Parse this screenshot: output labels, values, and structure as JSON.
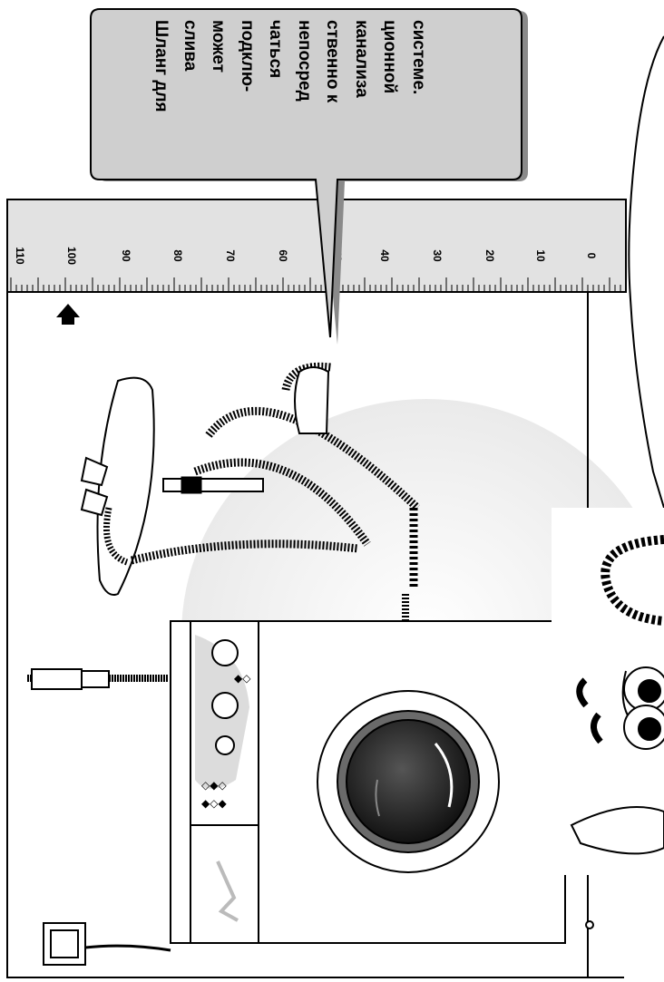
{
  "callout": {
    "lines": [
      "Шланг для",
      "слива",
      "может",
      "подклю-",
      "чаться",
      "непосред",
      "ственно к",
      "канализа",
      "ционной",
      "системе."
    ]
  },
  "ruler": {
    "labels": [
      "110",
      "100",
      "90",
      "80",
      "70",
      "60",
      "50",
      "40",
      "30",
      "20",
      "10",
      "0"
    ]
  },
  "controls": {
    "panel_symbols": [
      "◆◇",
      "◇◆◇",
      "◆◇◆"
    ]
  }
}
